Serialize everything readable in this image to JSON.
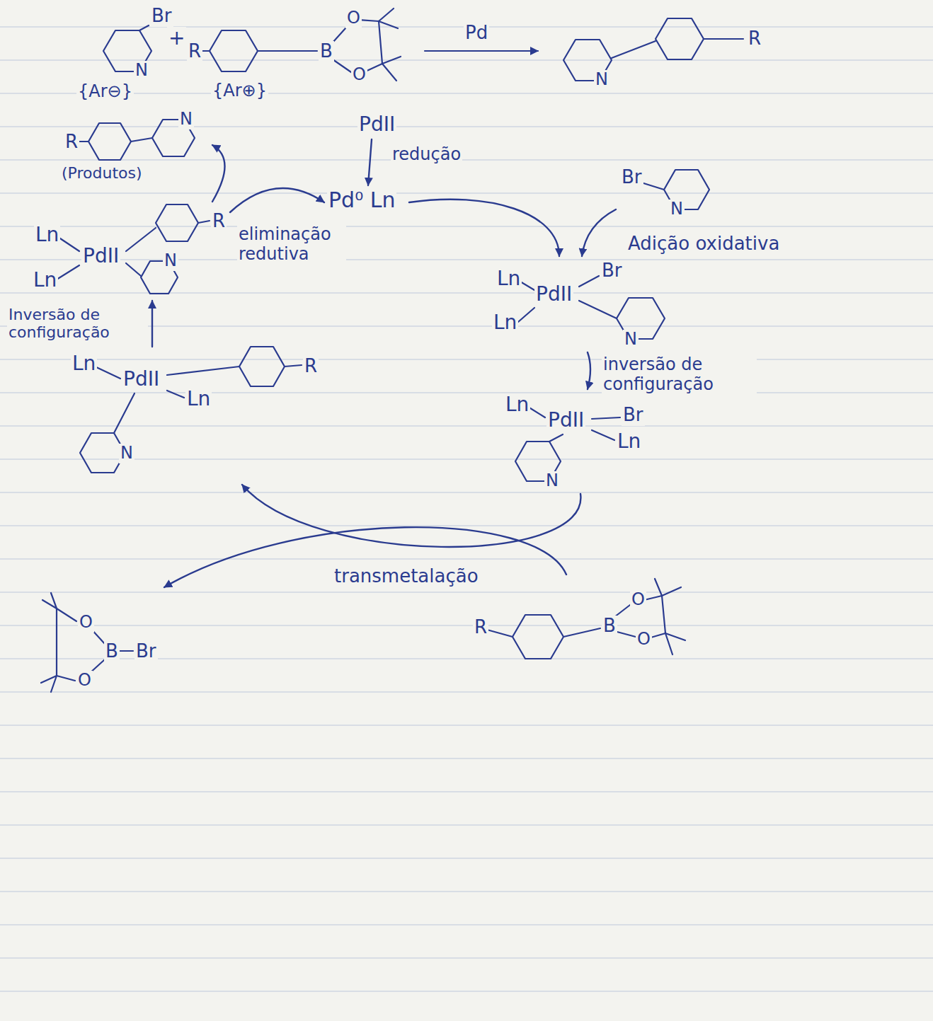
{
  "diagram": {
    "nodes": [
      {
        "text": [
          "PdII"
        ]
      },
      {
        "text": [
          "Pd⁰ Ln"
        ]
      },
      {
        "text": [
          "Ln",
          "Ln",
          "PdII",
          "Br",
          "N"
        ]
      },
      {
        "text": [
          "Ln",
          "PdII",
          "Br",
          "Ln",
          "N"
        ]
      },
      {
        "text": [
          "Ln",
          "PdII",
          "Ln",
          "R",
          "N"
        ]
      },
      {
        "text": [
          "Ln",
          "Ln",
          "PdII",
          "R",
          "N"
        ]
      },
      {
        "text": [
          "R",
          "N",
          "(Produtos)"
        ]
      },
      {
        "text": [
          "Br",
          "N"
        ]
      },
      {
        "text": [
          "R",
          "B",
          "O",
          "O"
        ]
      },
      {
        "text": [
          "O",
          "B",
          "Br",
          "O"
        ]
      }
    ],
    "edges": [
      {
        "from": 0,
        "to": 1,
        "label": "redução",
        "arrow": "to"
      },
      {
        "from": 1,
        "to": 2,
        "label": "Adição oxidativa",
        "arrow": "to"
      },
      {
        "from": 7,
        "to": 2,
        "arrow": "to"
      },
      {
        "from": 2,
        "to": 3,
        "label": "inversão de configuração",
        "arrow": "to"
      },
      {
        "from": 3,
        "to": 4,
        "label": "transmetalação",
        "arrow": "to"
      },
      {
        "from": 8,
        "to": 9,
        "arrow": "to"
      },
      {
        "from": 4,
        "to": 5,
        "label": "Inversão de configuração",
        "arrow": "to"
      },
      {
        "from": 5,
        "to": 1,
        "label": "eliminação redutiva",
        "arrow": "to"
      },
      {
        "from": 5,
        "to": 6,
        "arrow": "to"
      }
    ],
    "labels": [
      "Br",
      "N",
      "{Ar⊖}",
      "+",
      "R",
      "B",
      "O",
      "O",
      "{Ar⊕}",
      "Pd",
      "N",
      "R"
    ]
  }
}
